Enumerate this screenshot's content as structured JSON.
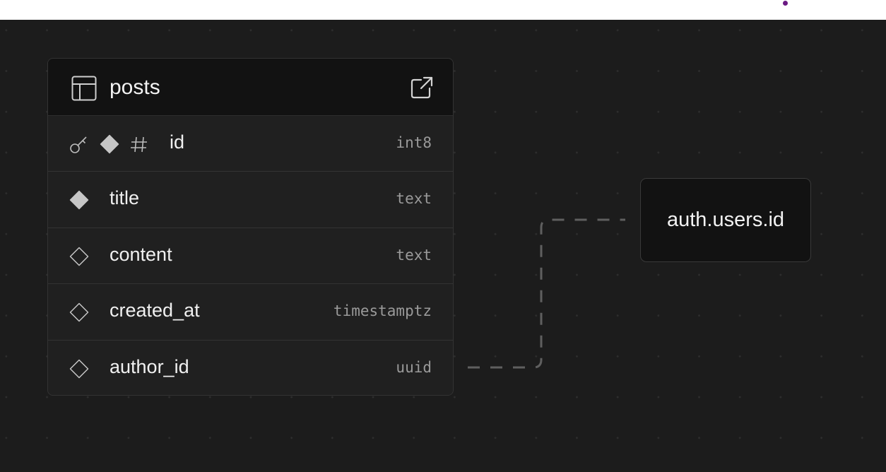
{
  "table": {
    "name": "posts",
    "columns": [
      {
        "name": "id",
        "type": "int8",
        "icons": [
          "key-icon",
          "diamond-filled-icon",
          "hash-icon"
        ]
      },
      {
        "name": "title",
        "type": "text",
        "icons": [
          "diamond-filled-icon"
        ]
      },
      {
        "name": "content",
        "type": "text",
        "icons": [
          "diamond-outline-icon"
        ]
      },
      {
        "name": "created_at",
        "type": "timestamptz",
        "icons": [
          "diamond-outline-icon"
        ]
      },
      {
        "name": "author_id",
        "type": "uuid",
        "icons": [
          "diamond-outline-icon"
        ]
      }
    ]
  },
  "reference": {
    "label": "auth.users.id"
  },
  "colors": {
    "background": "#1c1c1c",
    "card": "#202020",
    "header": "#121212",
    "accent_dot": "#6b1a83"
  }
}
